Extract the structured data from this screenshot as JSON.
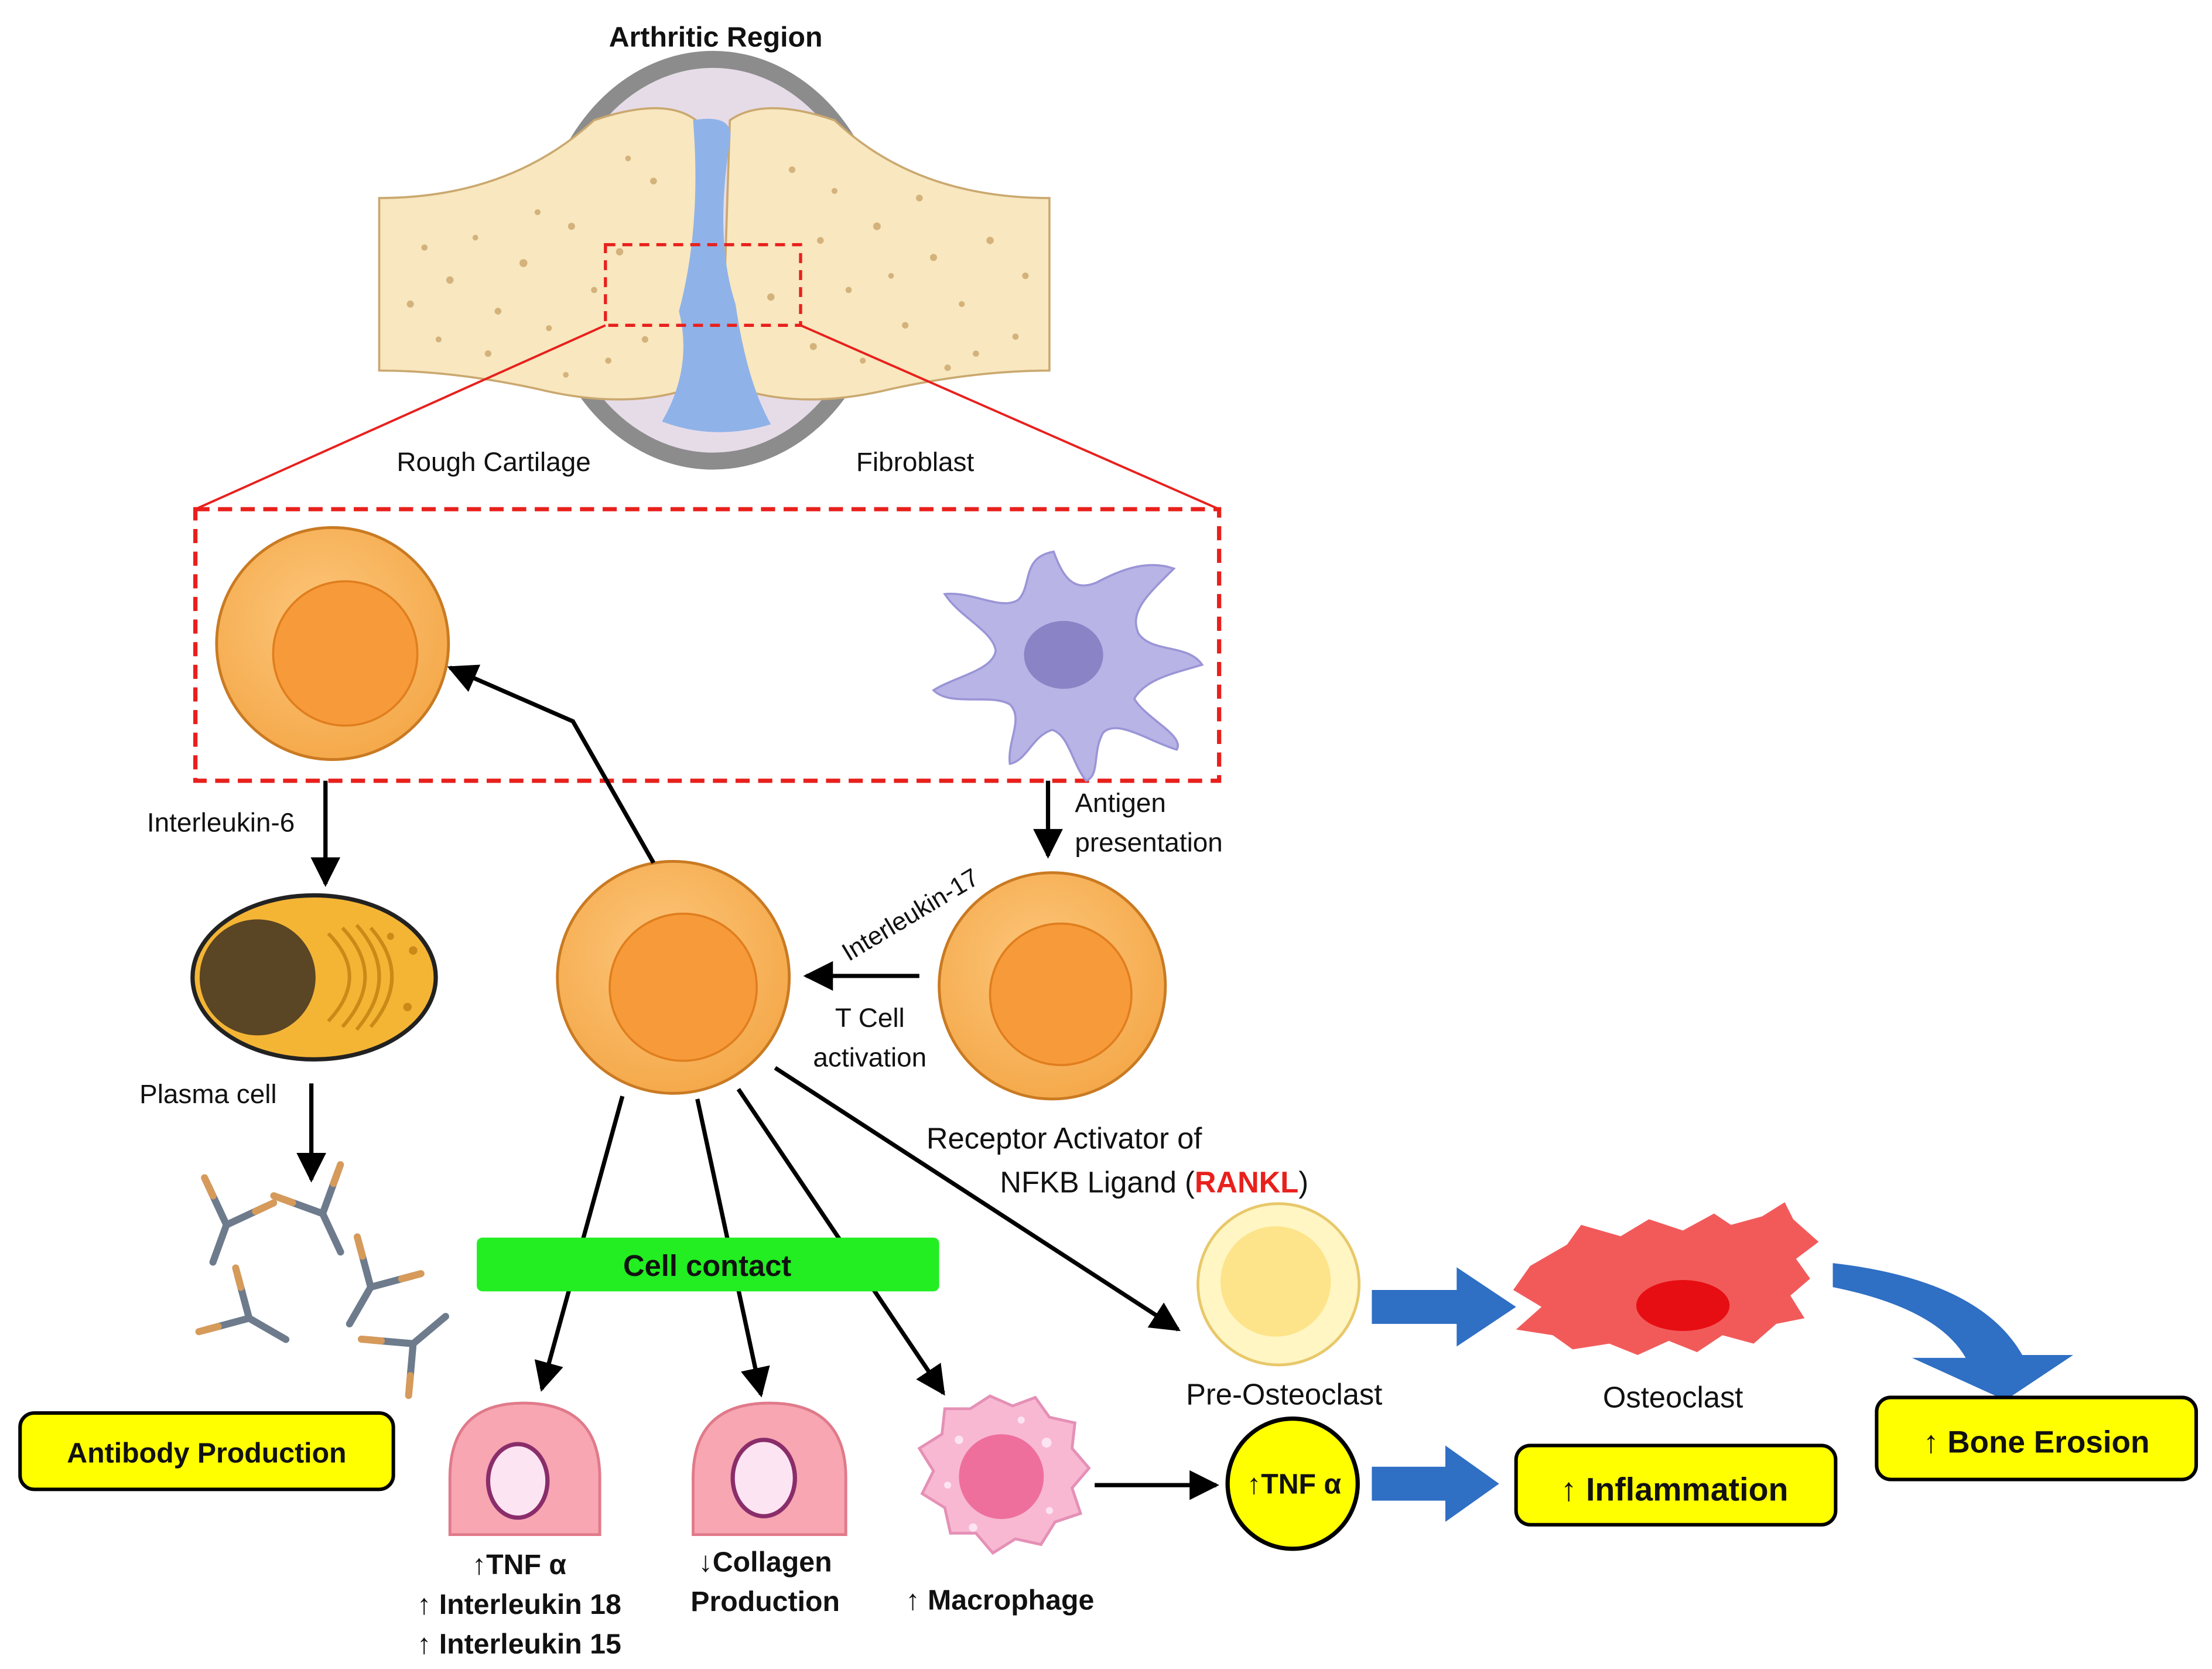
{
  "title": "Arthritic Region",
  "labels": {
    "rough_cartilage": "Rough Cartilage",
    "fibroblast": "Fibroblast",
    "interleukin_6": "Interleukin-6",
    "antigen_presentation_line1": "Antigen",
    "antigen_presentation_line2": "presentation",
    "interleukin_17": "Interleukin-17",
    "t_cell_activation_line1": "T Cell",
    "t_cell_activation_line2": "activation",
    "plasma_cell": "Plasma cell",
    "rankl_line1": "Receptor  Activator of",
    "rankl_line2_prefix": "NFKB Ligand (",
    "rankl_highlight": "RANKL",
    "rankl_line2_suffix": ")",
    "cell_contact": "Cell contact",
    "pre_osteoclast": "Pre-Osteoclast",
    "osteoclast": "Osteoclast",
    "antibody_production": "Antibody Production",
    "tnf_line1": "↑TNF α",
    "tnf_line2": "↑ Interleukin 18",
    "tnf_line3": "↑ Interleukin 15",
    "collagen_line1": "↓Collagen",
    "collagen_line2": "Production",
    "macrophage": "↑ Macrophage",
    "tnf_circle": "↑TNF α",
    "inflammation": "↑ Inflammation",
    "bone_erosion": "↑ Bone Erosion"
  },
  "colors": {
    "cell_outer": "#f7b45f",
    "cell_inner": "#f79a3a",
    "cell_stroke": "#c97a22",
    "dendritic": "#b8b4e6",
    "dendritic_nucleus": "#8a84c6",
    "red_dashed": "#e8201c",
    "yellow_box": "#ffff00",
    "green_box": "#22ee22",
    "blue_arrow": "#2f6fc4",
    "osteoclast": "#f25a5a",
    "pink_cell": "#f7a6b2",
    "rankl_red": "#e8201c",
    "bone": "#f8e7bf",
    "joint_fluid": "#8fb3e8"
  }
}
